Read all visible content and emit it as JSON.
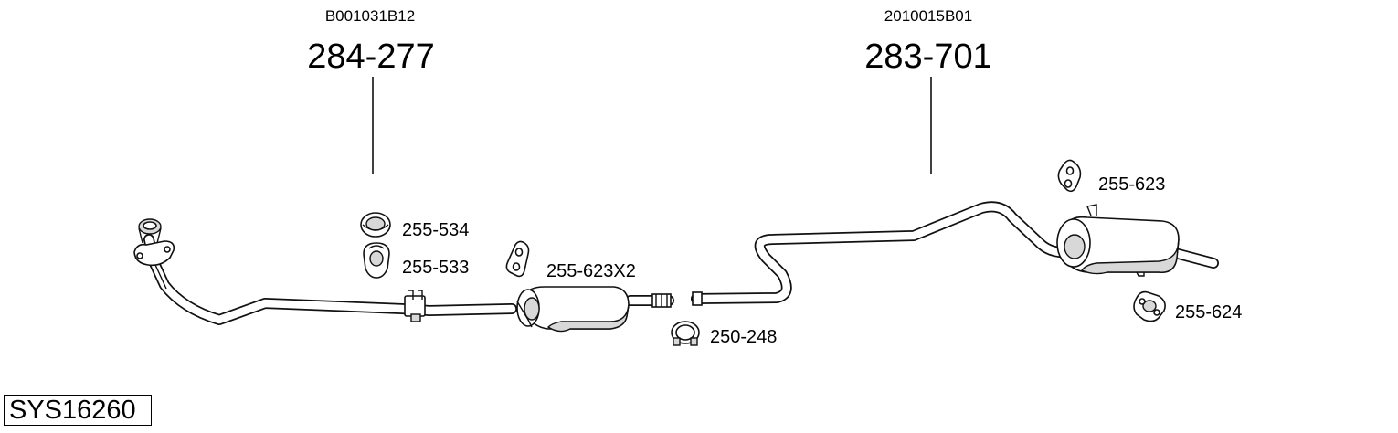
{
  "main_assembly_1": {
    "ref": "B001031B12",
    "number": "284-277"
  },
  "main_assembly_2": {
    "ref": "2010015B01",
    "number": "283-701"
  },
  "parts": {
    "p255_534": "255-534",
    "p255_533": "255-533",
    "p255_623x2": "255-623X2",
    "p250_248": "250-248",
    "p255_623": "255-623",
    "p255_624": "255-624"
  },
  "system_id": "SYS16260"
}
